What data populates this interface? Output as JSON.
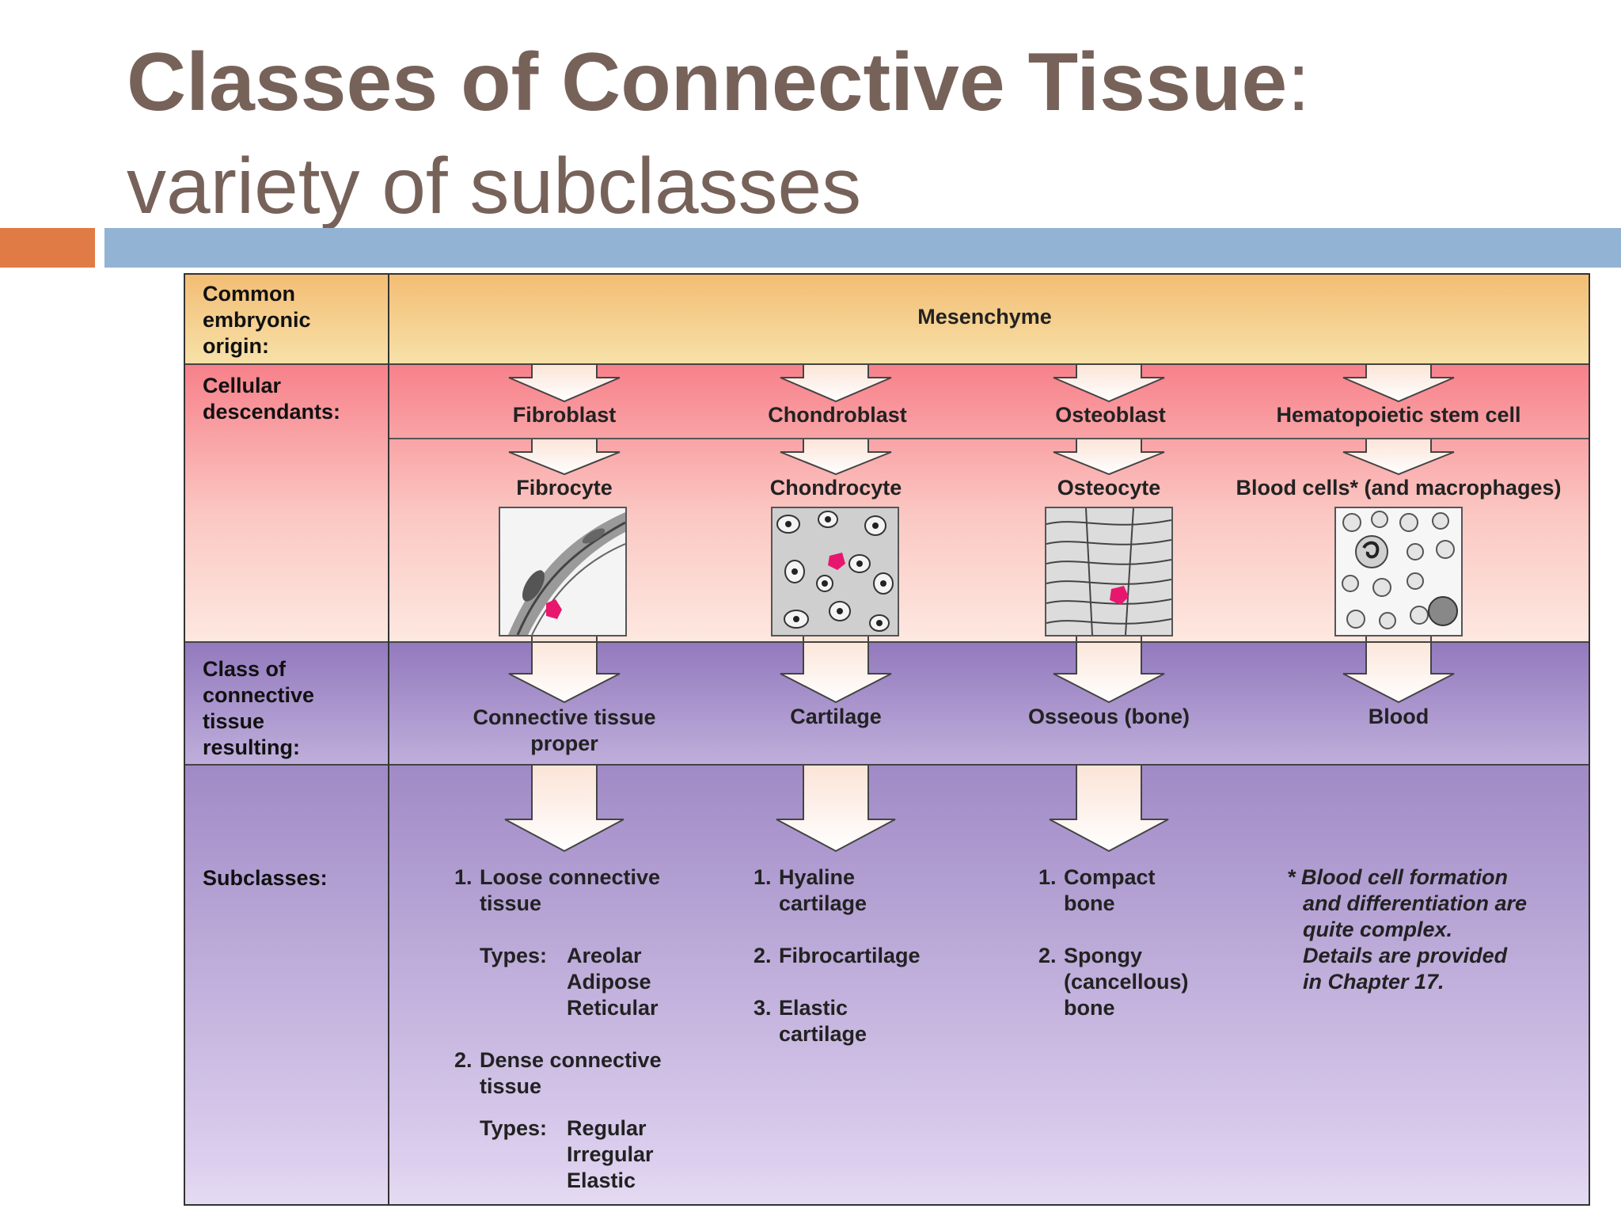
{
  "title": {
    "bold": "Classes of Connective Tissue",
    "colon": ":",
    "subtitle": "variety of subclasses"
  },
  "rows": {
    "origin": [
      "Common",
      "embryonic",
      "origin:"
    ],
    "cellular": [
      "Cellular",
      "descendants:"
    ],
    "class": [
      "Class of",
      "connective",
      "tissue",
      "resulting:"
    ],
    "sub": "Subclasses:"
  },
  "origin": "Mesenchyme",
  "cells": {
    "blasts": [
      "Fibroblast",
      "Chondroblast",
      "Osteoblast",
      "Hematopoietic stem cell"
    ],
    "cytes": [
      "Fibrocyte",
      "Chondrocyte",
      "Osteocyte",
      "Blood cells* (and macrophages)"
    ]
  },
  "classes": [
    "Connective tissue",
    "proper",
    "Cartilage",
    "Osseous (bone)",
    "Blood"
  ],
  "subclasses": {
    "ctp": [
      "1.",
      "Loose connective",
      "tissue",
      "Types:",
      "Areolar",
      "Adipose",
      "Reticular",
      "2.",
      "Dense connective",
      "tissue",
      "Types:",
      "Regular",
      "Irregular",
      "Elastic"
    ],
    "cart": [
      "1.",
      "Hyaline",
      "cartilage",
      "2.",
      "Fibrocartilage",
      "3.",
      "Elastic",
      "cartilage"
    ],
    "bone": [
      "1.",
      "Compact",
      "bone",
      "2.",
      "Spongy",
      "(cancellous)",
      "bone"
    ]
  },
  "note": [
    "* Blood cell formation",
    "and differentiation are",
    "quite complex.",
    "Details are provided",
    "in Chapter 17."
  ],
  "colors": {
    "title": "#77625a",
    "accent_orange": "#e07b45",
    "accent_blue": "#93b3d4",
    "pointer": "#e8176e"
  },
  "icons": [
    "fibrocyte-micrograph-icon",
    "chondrocyte-micrograph-icon",
    "osteocyte-micrograph-icon",
    "blood-cells-micrograph-icon",
    "down-arrow-icon"
  ]
}
